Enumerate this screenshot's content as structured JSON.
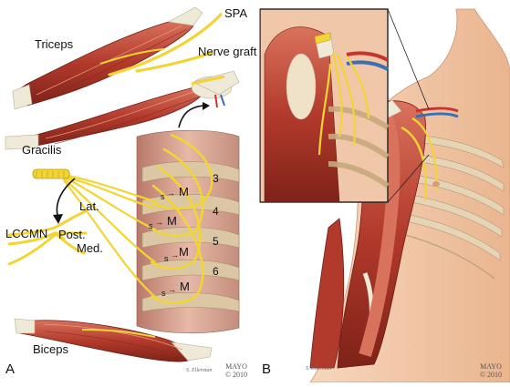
{
  "panel_a": {
    "letter": "A",
    "labels": {
      "triceps": "Triceps",
      "spa": "SPA",
      "nerve_graft": "Nerve graft",
      "gracilis": "Gracilis",
      "lccmn": "LCCMN",
      "lat": "Lat.",
      "post": "Post.",
      "med": "Med.",
      "biceps": "Biceps"
    },
    "ribs": [
      "3",
      "4",
      "5",
      "6"
    ],
    "nerve_markers": [
      {
        "s": "s",
        "m": "M"
      },
      {
        "s": "s",
        "m": "M"
      },
      {
        "s": "s",
        "m": "M"
      },
      {
        "s": "s",
        "m": "M"
      }
    ],
    "copyright": {
      "line1": "MAYO",
      "line2": "© 2010"
    },
    "signature": "S. Ellerman"
  },
  "panel_b": {
    "letter": "B",
    "copyright": {
      "line1": "MAYO",
      "line2": "© 2010"
    },
    "signature": "S. Ellerman"
  },
  "colors": {
    "muscle": "#b23a2c",
    "muscle_dark": "#7e2218",
    "muscle_light": "#d9725c",
    "tendon": "#efe9d8",
    "nerve": "#f2d535",
    "nerve_edge": "#b8980e",
    "skin": "#f3c9a6",
    "rib": "#dcc7a4",
    "vessel_red": "#c8352c",
    "vessel_blue": "#3a6fb4"
  }
}
